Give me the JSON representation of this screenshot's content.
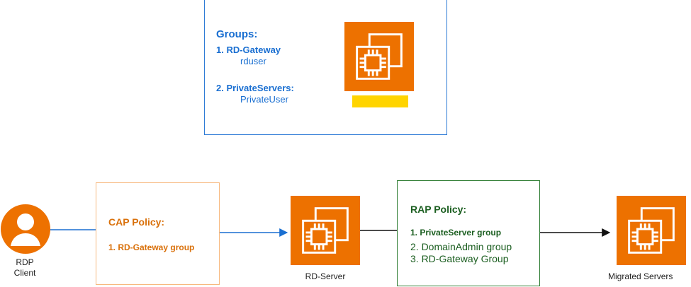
{
  "groups_box": {
    "title": "Groups:",
    "item1_title": "1. RD-Gateway",
    "item1_sub": "rduser",
    "item2_title": "2. PrivateServers:",
    "item2_sub": "PrivateUser"
  },
  "client": {
    "label_line1": "RDP",
    "label_line2": "Client"
  },
  "cap_policy": {
    "title": "CAP Policy:",
    "item1": "1. RD-Gateway group"
  },
  "rd_server": {
    "label": "RD-Server"
  },
  "rap_policy": {
    "title": "RAP Policy:",
    "item1": "1. PrivateServer group",
    "item2": "2. DomainAdmin group",
    "item3": "3. RD-Gateway Group"
  },
  "migrated": {
    "label": "Migrated Servers"
  },
  "colors": {
    "aws_orange": "#ed7100",
    "blue": "#1a6fd1",
    "cap_orange": "#d9700a",
    "rap_green": "#1b5e20",
    "highlight_yellow": "#ffd400"
  },
  "icons": {
    "server": "ec2-instance-chip-icon",
    "user": "user-icon"
  }
}
